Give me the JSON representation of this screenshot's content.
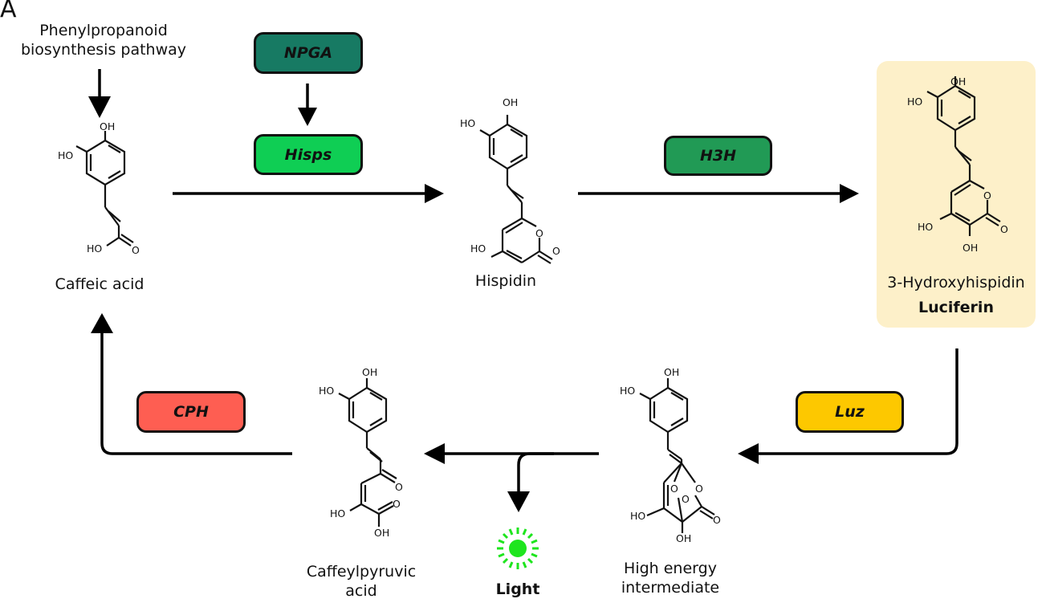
{
  "panel_label": "A",
  "sources": {
    "phenylpropanoid_line1": "Phenylpropanoid",
    "phenylpropanoid_line2": "biosynthesis pathway"
  },
  "enzymes": {
    "npga": {
      "label": "NPGA",
      "color": "#177a63"
    },
    "hisps": {
      "label": "Hisps",
      "color": "#0fce54"
    },
    "h3h": {
      "label": "H3H",
      "color": "#219a55"
    },
    "luz": {
      "label": "Luz",
      "color": "#fdc800"
    },
    "cph": {
      "label": "CPH",
      "color": "#fe5e52"
    }
  },
  "compounds": {
    "caffeic_acid": {
      "name": "Caffeic acid"
    },
    "hispidin": {
      "name": "Hispidin"
    },
    "hydroxyhispidin": {
      "name": "3-Hydroxyhispidin",
      "role": "Luciferin"
    },
    "high_energy": {
      "line1": "High energy",
      "line2": "intermediate"
    },
    "caffeylpyruvic": {
      "line1": "Caffeylpyruvic",
      "line2": "acid"
    }
  },
  "atoms": {
    "oh": "OH",
    "ho": "HO",
    "o": "O"
  },
  "light": {
    "label": "Light",
    "color": "#1ee51e"
  },
  "highlight_color": "#fdf0c9"
}
